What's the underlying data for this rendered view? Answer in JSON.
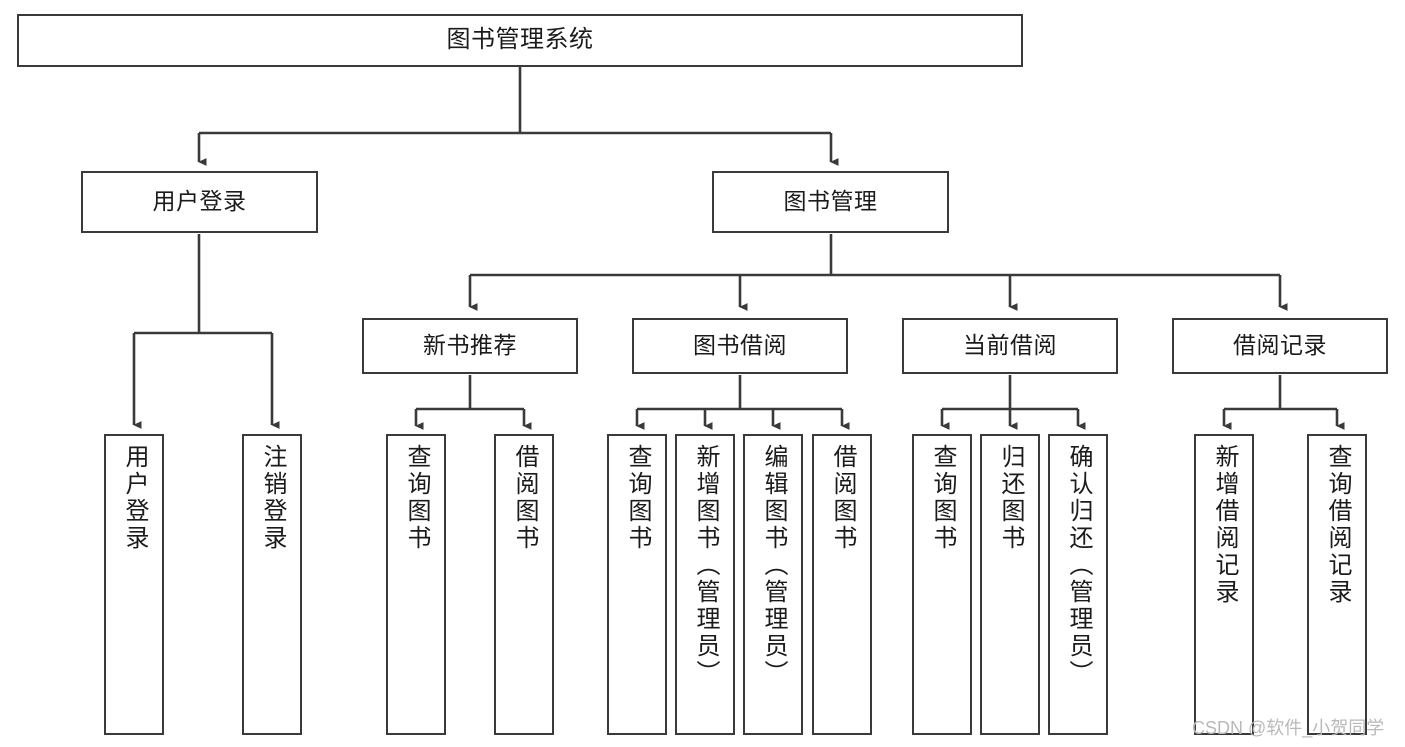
{
  "diagram": {
    "type": "tree",
    "title": "图书管理系统",
    "orientation": "top-down",
    "colors": {
      "box_border": "#3a3a3a",
      "box_fill": "#ffffff",
      "connector": "#3a3a3a",
      "text": "#1b1b1b",
      "watermark": "#b9b9b9"
    },
    "root": {
      "label": "图书管理系统"
    },
    "level2": [
      {
        "label": "用户登录"
      },
      {
        "label": "图书管理"
      }
    ],
    "level3": [
      {
        "label": "新书推荐"
      },
      {
        "label": "图书借阅"
      },
      {
        "label": "当前借阅"
      },
      {
        "label": "借阅记录"
      }
    ],
    "leaves": {
      "user_login": [
        {
          "label": "用户登录"
        },
        {
          "label": "注销登录"
        }
      ],
      "new_book_recommend": [
        {
          "label": "查询图书"
        },
        {
          "label": "借阅图书"
        }
      ],
      "book_borrow": [
        {
          "label": "查询图书"
        },
        {
          "label": "新增图书（管理员）"
        },
        {
          "label": "编辑图书（管理员）"
        },
        {
          "label": "借阅图书"
        }
      ],
      "current_borrow": [
        {
          "label": "查询图书"
        },
        {
          "label": "归还图书"
        },
        {
          "label": "确认归还（管理员）"
        }
      ],
      "borrow_record": [
        {
          "label": "新增借阅记录"
        },
        {
          "label": "查询借阅记录"
        }
      ]
    }
  },
  "watermark": {
    "text": "CSDN @软件_小贺同学"
  }
}
